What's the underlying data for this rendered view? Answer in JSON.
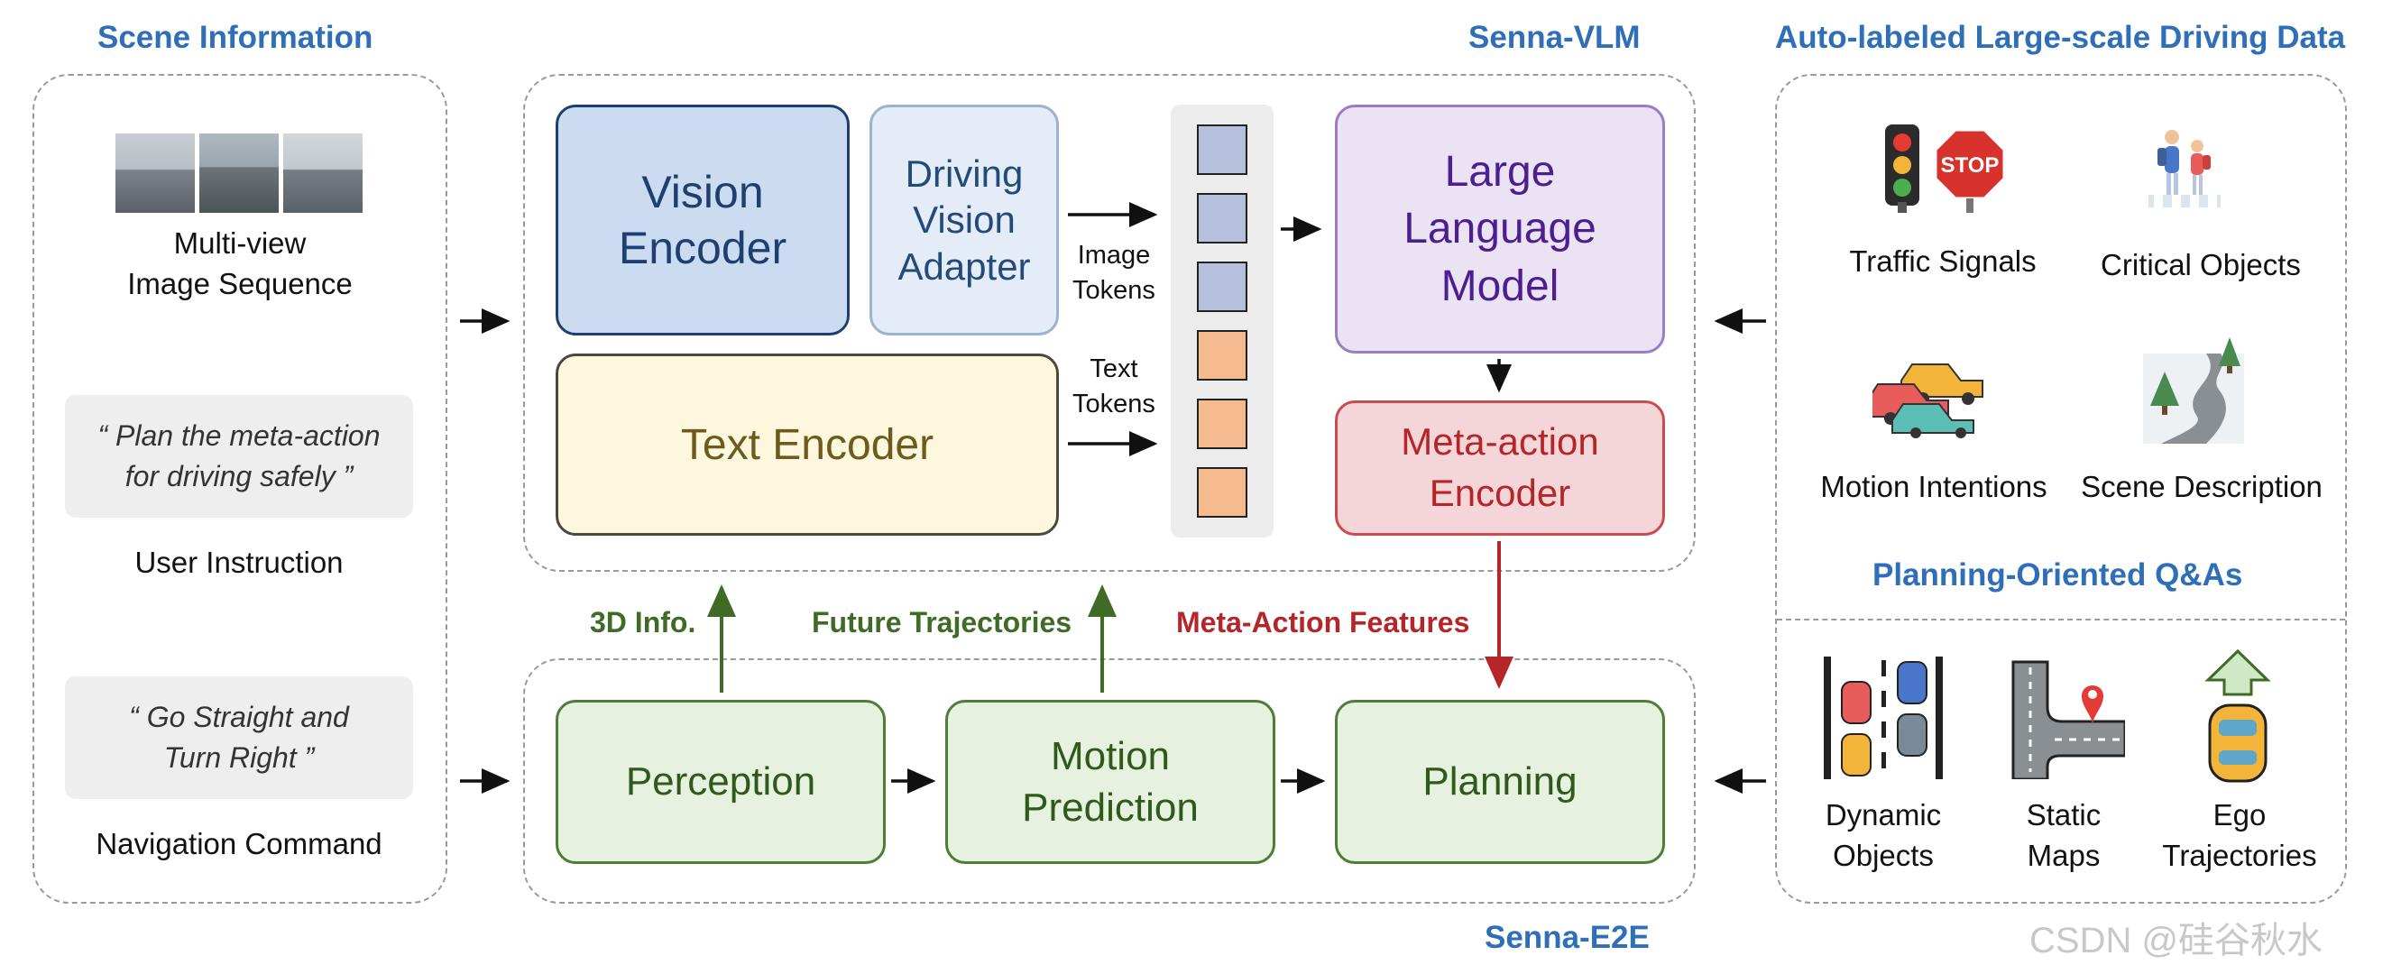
{
  "scene_panel": {
    "title": "Scene Information",
    "image_caption": "Multi-view\nImage Sequence",
    "instruction_quote": "“ Plan the meta-action\nfor driving safely ”",
    "instruction_label": "User Instruction",
    "command_quote": "“ Go Straight and\nTurn Right ”",
    "command_label": "Navigation Command"
  },
  "vlm": {
    "title": "Senna-VLM",
    "vision_encoder": "Vision\nEncoder",
    "driving_adapter": "Driving\nVision\nAdapter",
    "text_encoder": "Text Encoder",
    "image_tokens": "Image\nTokens",
    "text_tokens": "Text\nTokens",
    "llm": "Large\nLanguage\nModel",
    "meta_action_encoder": "Meta-action\nEncoder"
  },
  "connectors": {
    "info_3d": "3D Info.",
    "future_trajectories": "Future Trajectories",
    "meta_action_features": "Meta-Action Features"
  },
  "e2e": {
    "title": "Senna-E2E",
    "perception": "Perception",
    "motion_prediction": "Motion\nPrediction",
    "planning": "Planning"
  },
  "data_panel": {
    "title": "Auto-labeled Large-scale Driving Data",
    "items": [
      {
        "label": "Traffic Signals",
        "icon": "traffic-signal-icon"
      },
      {
        "label": "Critical Objects",
        "icon": "pedestrians-icon"
      },
      {
        "label": "Motion Intentions",
        "icon": "cars-icon"
      },
      {
        "label": "Scene Description",
        "icon": "road-scene-icon"
      }
    ],
    "qa_title": "Planning-Oriented Q&As",
    "qa_items": [
      {
        "label": "Dynamic\nObjects",
        "icon": "dynamic-objects-icon"
      },
      {
        "label": "Static\nMaps",
        "icon": "static-map-icon"
      },
      {
        "label": "Ego\nTrajectories",
        "icon": "ego-car-icon"
      }
    ]
  },
  "watermark": "CSDN @硅谷秋水",
  "colors": {
    "title_blue": "#2e6fb7",
    "vision_encoder_fill": "#ccdcf0",
    "vision_encoder_border": "#1f3f70",
    "adapter_fill": "#e3ecf7",
    "text_encoder_fill": "#fdf7dd",
    "text_encoder_text": "#6d5a1e",
    "llm_fill": "#ebe3f4",
    "llm_text": "#4b1f8f",
    "meta_fill": "#f4d6d8",
    "meta_text": "#b5262a",
    "e2e_fill": "#e6f1df",
    "e2e_border": "#4f7d36",
    "green_text": "#3f6b26",
    "image_token": "#b4c0dc",
    "text_token": "#f5bb8f"
  }
}
